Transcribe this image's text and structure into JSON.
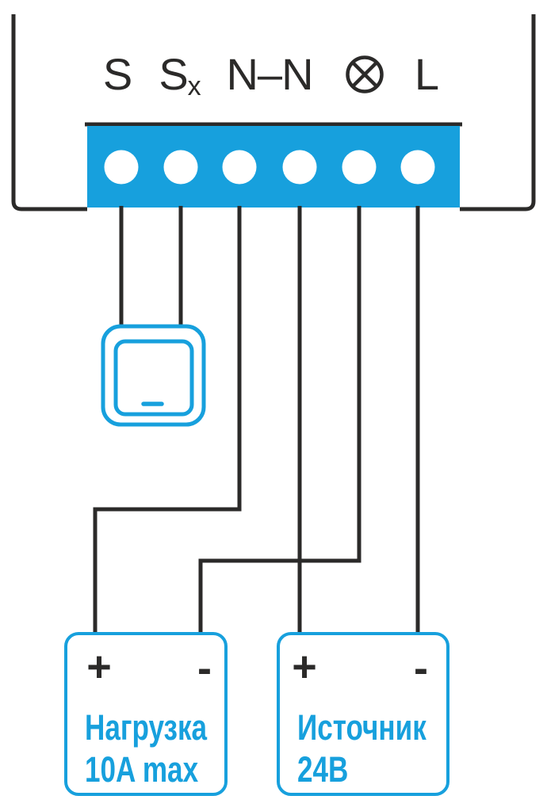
{
  "colors": {
    "accent_blue": "#17A0DD",
    "line_dark": "#2B2A29",
    "background": "#FFFFFF",
    "terminal_hole": "#FFFFFF"
  },
  "terminal_labels": {
    "s": "S",
    "sx_base": "S",
    "sx_sub": "x",
    "n_n": "N–N",
    "l": "L"
  },
  "icons": {
    "lamp": "lamp-circle-x-icon",
    "switch": "wall-switch-icon"
  },
  "load_box": {
    "plus": "+",
    "minus": "-",
    "line1": "Нагрузка",
    "line2": "10A max"
  },
  "source_box": {
    "plus": "+",
    "minus": "-",
    "line1": "Источник",
    "line2": "24В"
  }
}
